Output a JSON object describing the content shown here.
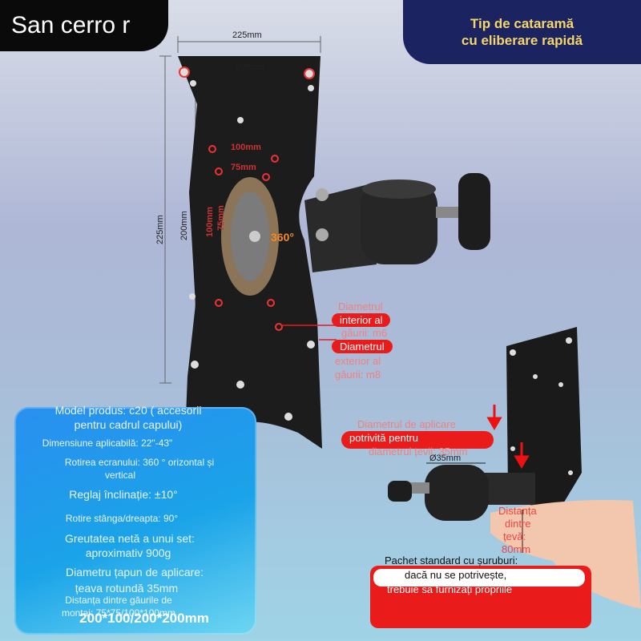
{
  "brand": {
    "title": "San cerro r"
  },
  "quick_release": {
    "line1": "Tip de cataramă",
    "line2": "cu eliberare rapidă"
  },
  "dimensions": {
    "outer_width": "225mm",
    "inner_width": "200mm",
    "outer_height": "225mm",
    "inner_height": "200mm",
    "w100": "100mm",
    "w75": "75mm",
    "h100": "100mm",
    "h75": "75mm",
    "rotation": "360°",
    "pipe_diameter": "Ø35mm"
  },
  "screw_callouts": {
    "inner_ghost": "Diametrul",
    "inner_label": "interior al",
    "inner_sub": "găurii: m6",
    "outer_label": "Diametrul",
    "outer_sub1": "exterior al",
    "outer_sub2": "găurii: m8"
  },
  "pipe_callouts": {
    "ghost_top": "Diametrul de aplicare",
    "label": "potrivită pentru",
    "ghost_bottom": "diametrul țevii: 35mm",
    "distance_l1": "Distanța",
    "distance_l2": "dintre",
    "distance_l3": "țevă:",
    "distance_l4": "80mm"
  },
  "specs": {
    "model": "Model produs: c20 ( accesorii",
    "model2": "pentru cadrul capului)",
    "size": "Dimensiune aplicabilă: 22\"-43\"",
    "rotation": "Rotirea ecranului: 360 ° orizontal și",
    "rotation2": "vertical",
    "tilt": "Reglaj înclinație: ±10°",
    "swivel": "Rotire stânga/dreapta: 90°",
    "weight": "Greutatea netă a unui set:",
    "weight2": "aproximativ 900g",
    "pipe": "Diametru țapun de aplicare:",
    "pipe2": "țeava rotundă 35mm",
    "holes": "Distanța dintre găurile de",
    "holes2": "montaj: 75*75/100*100mm",
    "holes_big": "200*100/200*200mm"
  },
  "note": {
    "line1": "Pachet standard cu șuruburi:",
    "line2": "dacă nu se potrivește,",
    "line3": "trebuie să furnizați propriile"
  }
}
